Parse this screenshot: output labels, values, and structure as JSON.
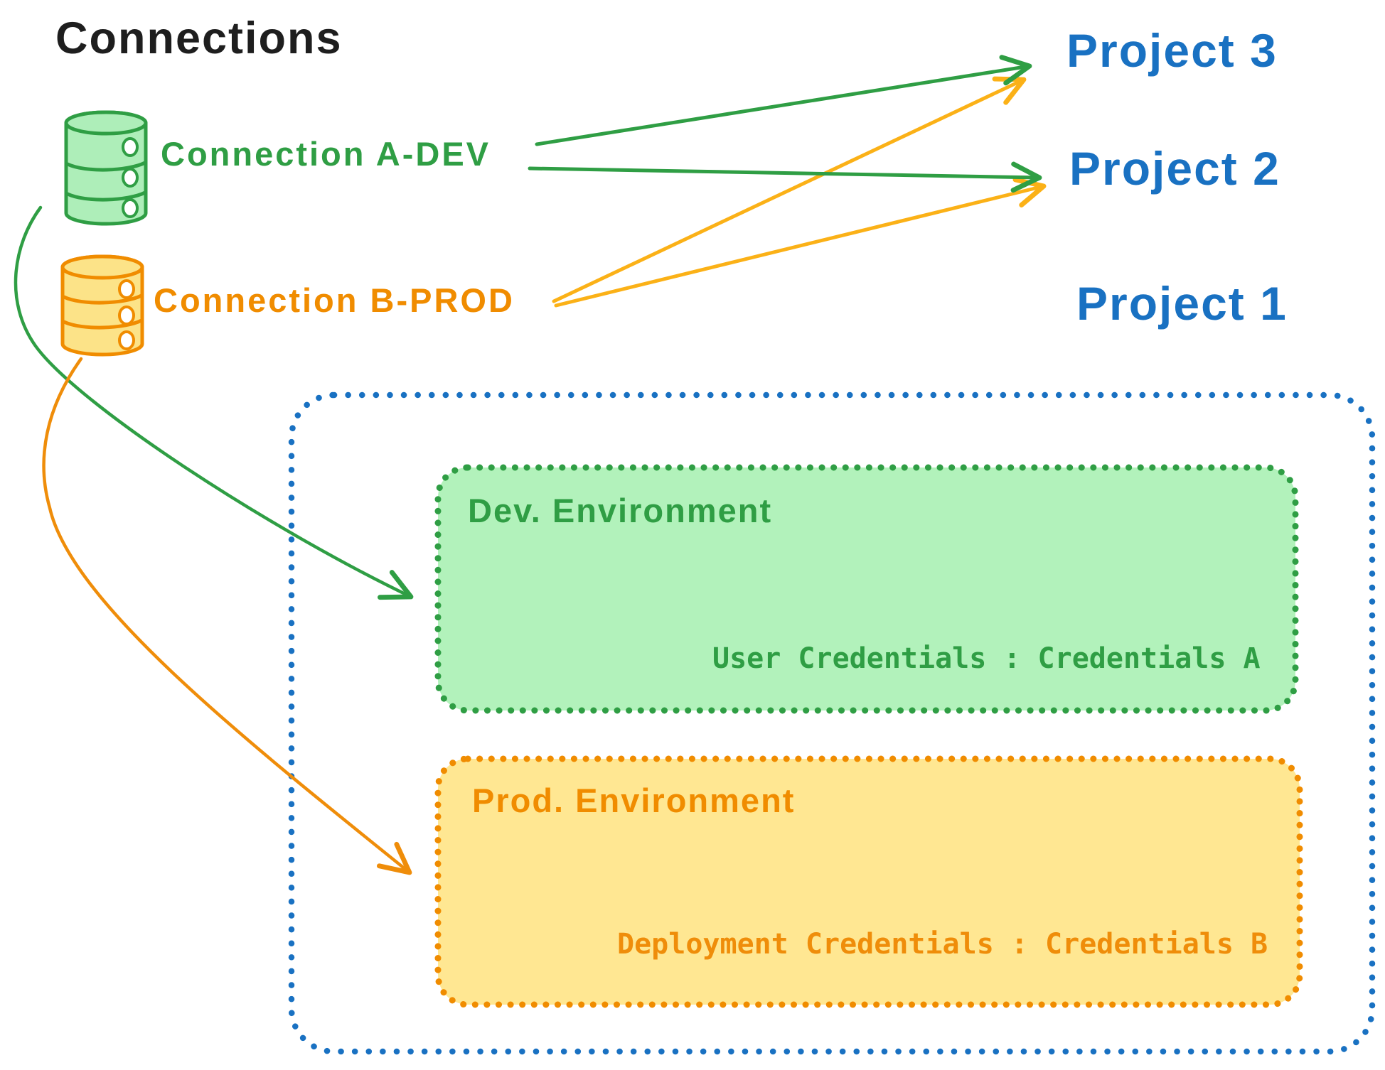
{
  "diagram_title": "Connections",
  "colors": {
    "title_black": "#1e1e1e",
    "project_blue": "#1971c2",
    "dev_green": "#2f9e44",
    "dev_green_fill": "#b2f2bb",
    "prod_orange": "#f08c00",
    "prod_orange_fill": "#ffe792",
    "straight_arrow_amber": "#fbb117"
  },
  "connections": [
    {
      "label": "Connection A-DEV",
      "icon": "database-cylinder",
      "color": "#2f9e44"
    },
    {
      "label": "Connection B-PROD",
      "icon": "database-cylinder",
      "color": "#f08c00"
    }
  ],
  "projects": [
    {
      "label": "Project 3"
    },
    {
      "label": "Project 2"
    },
    {
      "label": "Project 1"
    }
  ],
  "project1_detail": {
    "dev_environment": {
      "title": "Dev. Environment",
      "credentials": "User Credentials : Credentials A"
    },
    "prod_environment": {
      "title": "Prod. Environment",
      "credentials": "Deployment Credentials : Credentials B"
    }
  },
  "relations": [
    "Connection A-DEV -> Project 3",
    "Connection A-DEV -> Project 2",
    "Connection B-PROD -> Project 3",
    "Connection B-PROD -> Project 2",
    "Connection A-DEV -> Project 1 / Dev. Environment",
    "Connection B-PROD -> Project 1 / Prod. Environment"
  ]
}
